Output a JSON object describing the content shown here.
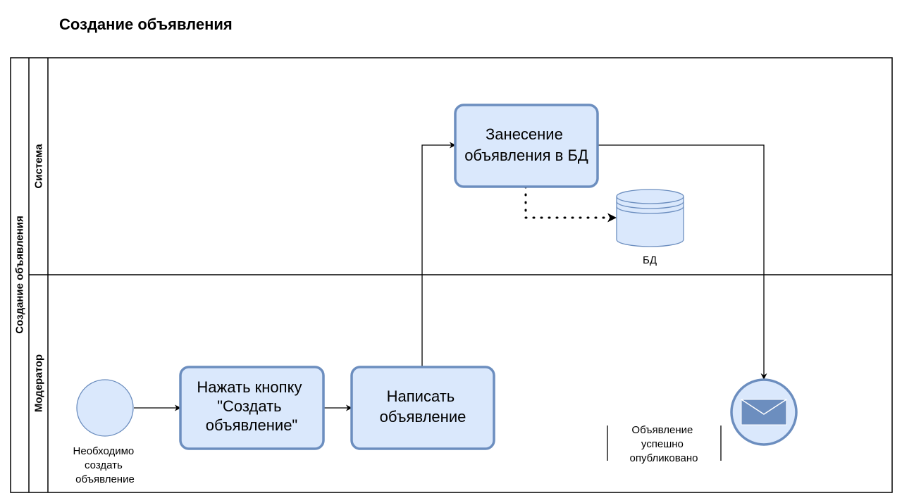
{
  "title": "Создание объявления",
  "colors": {
    "task_fill": "#dae8fc",
    "task_stroke": "#6c8ebf",
    "envelope_fill": "#6c8ebf",
    "line": "#000000"
  },
  "pool": {
    "label": "Создание объявления"
  },
  "lanes": [
    {
      "label": "Система"
    },
    {
      "label": "Модератор"
    }
  ],
  "tasks": {
    "press_button": [
      "Нажать кнопку",
      "\"Создать",
      "объявление\""
    ],
    "write_ad": [
      "Написать",
      "объявление"
    ],
    "save_db": [
      "Занесение",
      "объявления в БД"
    ]
  },
  "start_event": {
    "label": [
      "Необходимо",
      "создать",
      "объявление"
    ]
  },
  "data_store": {
    "label": "БД"
  },
  "end_event": {
    "icon": "envelope-icon",
    "annotation": [
      "Объявление",
      "успешно",
      "опубликовано"
    ]
  }
}
